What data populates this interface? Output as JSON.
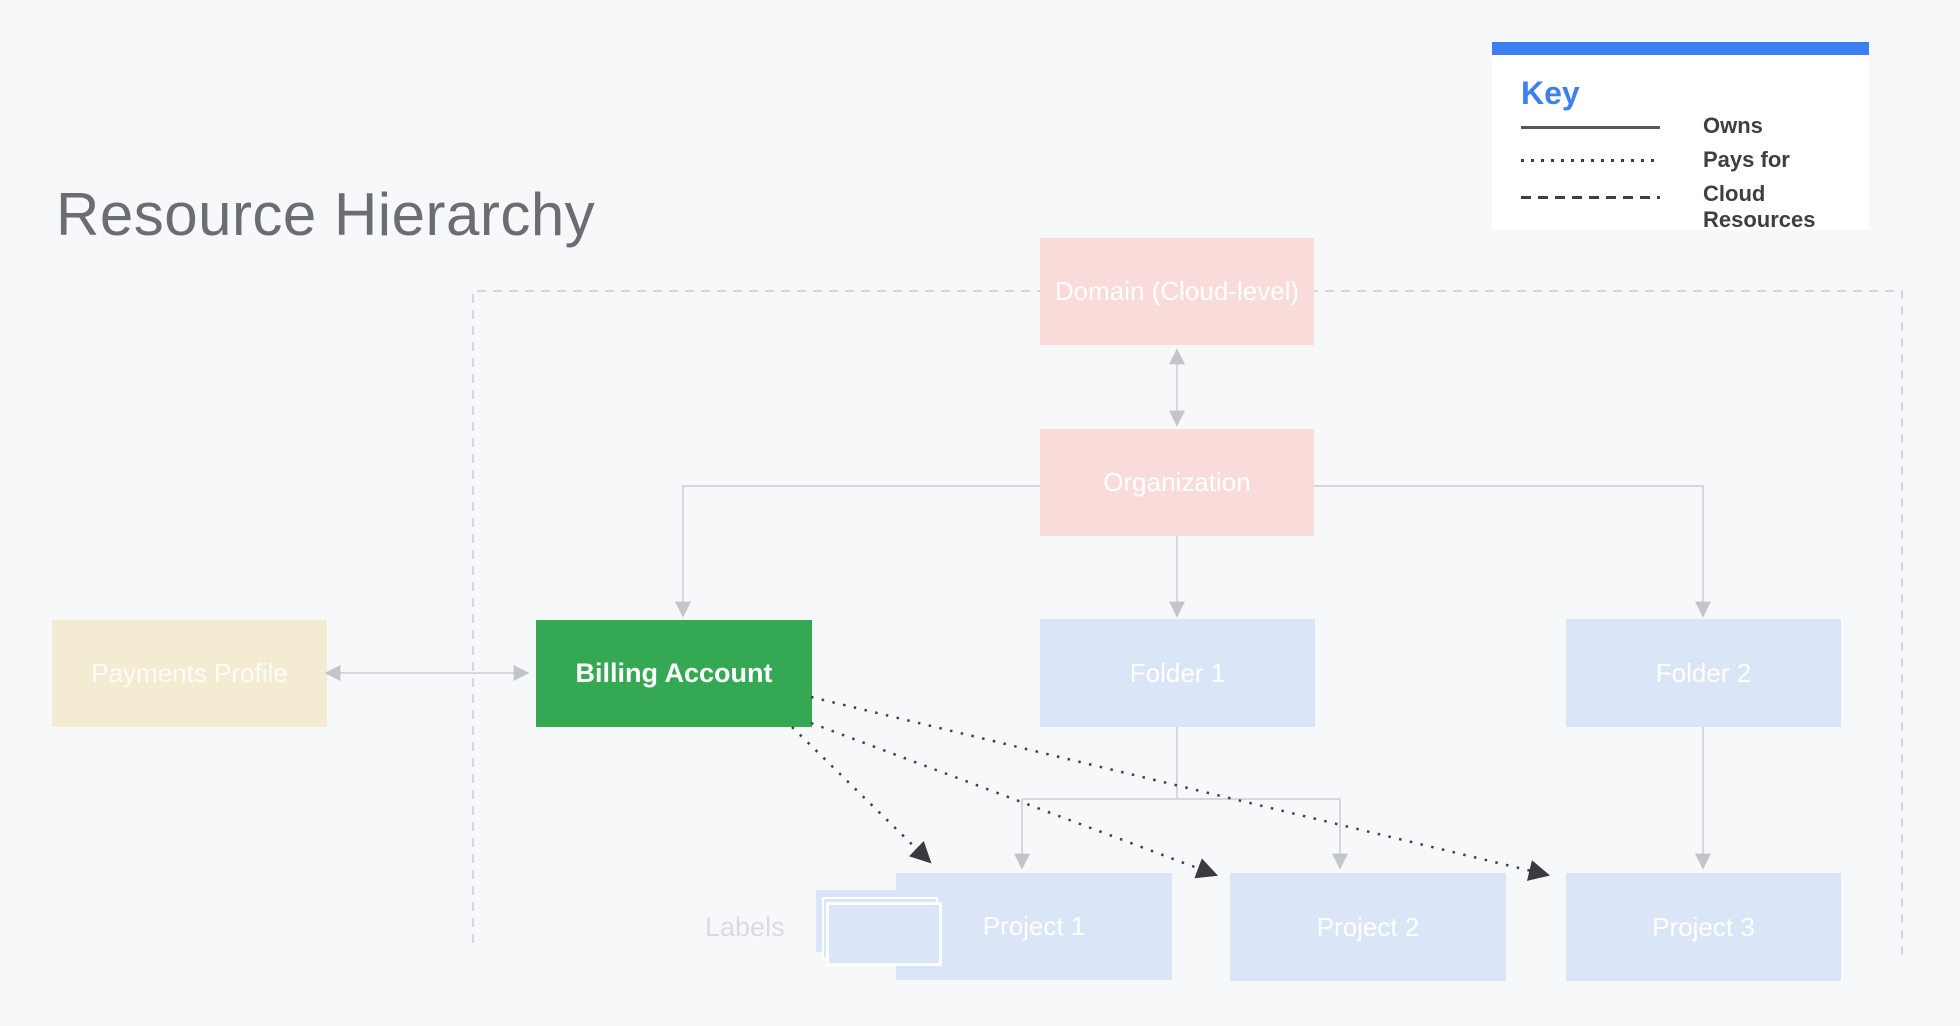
{
  "title": "Resource Hierarchy",
  "key": {
    "heading": "Key",
    "items": [
      {
        "style": "solid",
        "label": "Owns"
      },
      {
        "style": "dotted",
        "label": "Pays for"
      },
      {
        "style": "dashed",
        "label": "Cloud Resources"
      }
    ]
  },
  "nodes": {
    "domain": {
      "label": "Domain (Cloud-level)",
      "color": "#f9dcda"
    },
    "organization": {
      "label": "Organization",
      "color": "#f9dcda"
    },
    "payments_profile": {
      "label": "Payments Profile",
      "color": "#f4ecd2"
    },
    "billing_account": {
      "label": "Billing Account",
      "color": "#34a853"
    },
    "folder1": {
      "label": "Folder 1",
      "color": "#dbe5f8"
    },
    "folder2": {
      "label": "Folder 2",
      "color": "#dbe5f8"
    },
    "project1": {
      "label": "Project 1",
      "color": "#dbe5f8"
    },
    "project2": {
      "label": "Project 2",
      "color": "#dbe5f8"
    },
    "project3": {
      "label": "Project 3",
      "color": "#dbe5f8"
    }
  },
  "labels_caption": "Labels",
  "colors": {
    "background": "#f7f8fa",
    "accent_blue": "#3d7ff0",
    "node_pink": "#f9dcda",
    "node_blue": "#dbe5f8",
    "node_green": "#34a853",
    "node_cream": "#f4ecd2",
    "connector_gray": "#d5d7da",
    "arrow_gray": "#c2c5c9",
    "pays_for_dark": "#3f4145",
    "key_text_dark": "#3c4043",
    "title_gray": "#6a6d71",
    "labels_caption_gray": "#d9dbdf"
  }
}
